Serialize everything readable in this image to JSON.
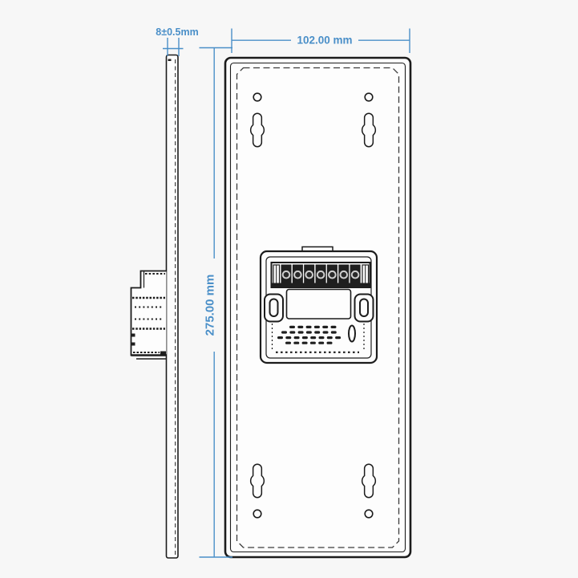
{
  "drawing": {
    "kind": "technical-dimension-drawing",
    "dimensions": {
      "thickness": "8±0.5mm",
      "width": "102.00 mm",
      "height": "275.00 mm"
    },
    "colors": {
      "dimension_blue": "#4a8fc8",
      "line_dark": "#1c1c1c",
      "background": "#f7f7f7",
      "surface": "#fdfdfd"
    }
  }
}
